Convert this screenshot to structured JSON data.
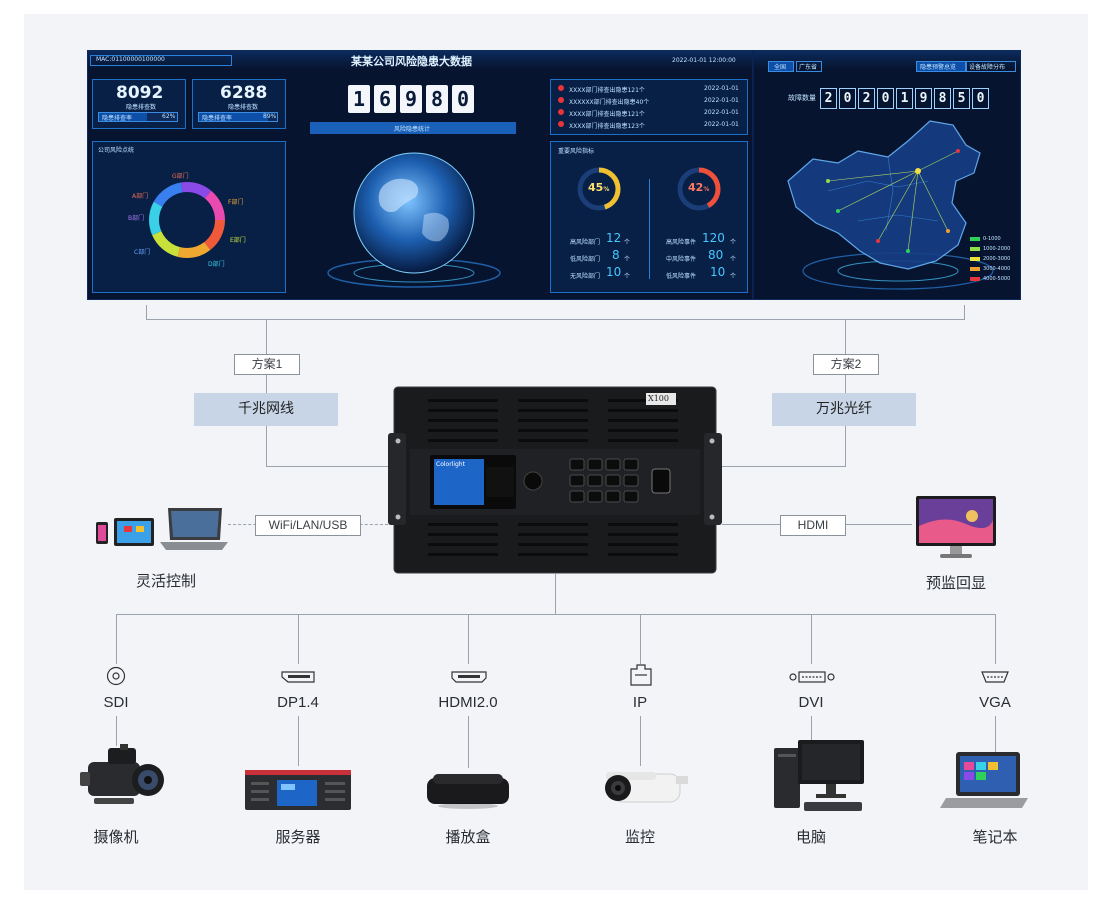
{
  "wall": {
    "mac": "MAC:01100000100000",
    "title": "某某公司风险隐患大数据",
    "datetime": "2022-01-01 12:00:00",
    "stat1": {
      "value": "8092",
      "label": "隐患排查数",
      "bar_label": "隐患排查率",
      "bar_value": "62%",
      "fraction": 0.62
    },
    "stat2": {
      "value": "6288",
      "label": "隐患排查数",
      "bar_label": "隐患排查率",
      "bar_value": "89%",
      "fraction": 0.89
    },
    "donut_panel_title": "公司风险点统",
    "departments": [
      "G部门",
      "A部门",
      "F部门",
      "B部门",
      "E部门",
      "C部门",
      "D部门"
    ],
    "counter_digits": [
      "1",
      "6",
      "9",
      "8",
      "0"
    ],
    "counter_label": "风险隐患统计",
    "alerts": [
      {
        "text": "XXXX部门排查出隐患121个",
        "date": "2022-01-01"
      },
      {
        "text": "XXXXXX部门排查出隐患40个",
        "date": "2022-01-01"
      },
      {
        "text": "XXXX部门排查出隐患121个",
        "date": "2022-01-01"
      },
      {
        "text": "XXXX部门排查出隐患123个",
        "date": "2022-01-01"
      }
    ],
    "risk_panel_title": "重要风险指标",
    "gauge1": {
      "value": "45",
      "unit": "%",
      "fraction": 0.45
    },
    "gauge2": {
      "value": "42",
      "unit": "%",
      "fraction": 0.42
    },
    "risk_rows_left": [
      {
        "label": "高风险部门",
        "value": "12",
        "unit": "个"
      },
      {
        "label": "低风险部门",
        "value": "8",
        "unit": "个"
      },
      {
        "label": "无风险部门",
        "value": "10",
        "unit": "个"
      }
    ],
    "risk_rows_right": [
      {
        "label": "高风险事件",
        "value": "120",
        "unit": "个"
      },
      {
        "label": "中风险事件",
        "value": "80",
        "unit": "个"
      },
      {
        "label": "低风险事件",
        "value": "10",
        "unit": "个"
      }
    ],
    "map_buttons": [
      "全国",
      "广东省"
    ],
    "map_right_buttons": [
      "隐患预警总览",
      "设备故障分布"
    ],
    "fault_label": "故障数量",
    "fault_digits": [
      "2",
      "0",
      "2",
      "0",
      "1",
      "9",
      "8",
      "5",
      "0"
    ],
    "legend": [
      {
        "color": "#2fd15a",
        "text": "0-1000"
      },
      {
        "color": "#8fe04a",
        "text": "1000-2000"
      },
      {
        "color": "#e8e23a",
        "text": "2000-3000"
      },
      {
        "color": "#f0a030",
        "text": "3000-4000"
      },
      {
        "color": "#e8353a",
        "text": "4000-5000"
      }
    ]
  },
  "device": {
    "model": "X100",
    "brand": "Colorlight"
  },
  "links": {
    "plan1": "方案1",
    "plan1_medium": "千兆网线",
    "plan2": "方案2",
    "plan2_medium": "万兆光纤",
    "control": "WiFi/LAN/USB",
    "control_label": "灵活控制",
    "monitor": "HDMI",
    "monitor_label": "预监回显"
  },
  "inputs": [
    {
      "port": "SDI",
      "device": "摄像机",
      "icon": "sdi-port-icon"
    },
    {
      "port": "DP1.4",
      "device": "服务器",
      "icon": "dp-port-icon"
    },
    {
      "port": "HDMI2.0",
      "device": "播放盒",
      "icon": "hdmi-port-icon"
    },
    {
      "port": "IP",
      "device": "监控",
      "icon": "ethernet-port-icon"
    },
    {
      "port": "DVI",
      "device": "电脑",
      "icon": "dvi-port-icon"
    },
    {
      "port": "VGA",
      "device": "笔记本",
      "icon": "vga-port-icon"
    }
  ]
}
